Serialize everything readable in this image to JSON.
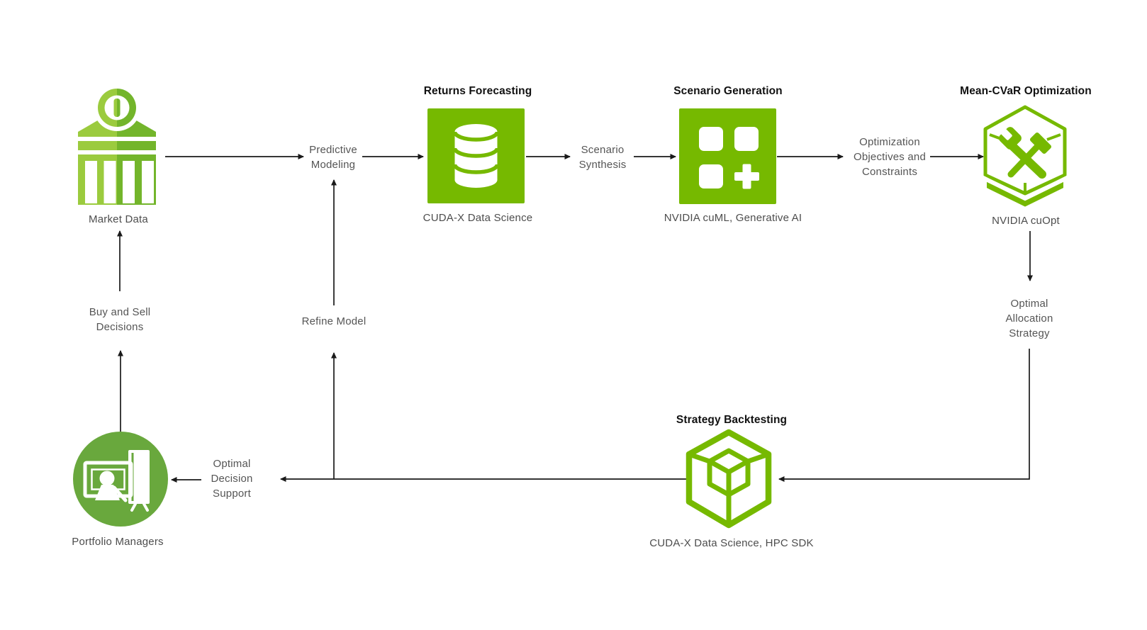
{
  "nodes": {
    "market_data": {
      "label": "Market Data"
    },
    "returns_forecasting": {
      "title": "Returns Forecasting",
      "sublabel": "CUDA-X Data Science"
    },
    "scenario_generation": {
      "title": "Scenario Generation",
      "sublabel": "NVIDIA cuML, Generative AI"
    },
    "mean_cvar_optimization": {
      "title": "Mean-CVaR Optimization",
      "sublabel": "NVIDIA cuOpt"
    },
    "strategy_backtesting": {
      "title": "Strategy Backtesting",
      "sublabel": "CUDA-X Data Science, HPC SDK"
    },
    "portfolio_managers": {
      "label": "Portfolio Managers"
    }
  },
  "edge_labels": {
    "predictive_modeling": {
      "lines": [
        "Predictive",
        "Modeling"
      ]
    },
    "scenario_synthesis": {
      "lines": [
        "Scenario",
        "Synthesis"
      ]
    },
    "optimization_objectives": {
      "lines": [
        "Optimization",
        "Objectives and",
        "Constraints"
      ]
    },
    "optimal_allocation": {
      "lines": [
        "Optimal",
        "Allocation",
        "Strategy"
      ]
    },
    "buy_sell_decisions": {
      "lines": [
        "Buy and Sell",
        "Decisions"
      ]
    },
    "refine_model": {
      "lines": [
        "Refine Model"
      ]
    },
    "optimal_decision_support": {
      "lines": [
        "Optimal",
        "Decision",
        "Support"
      ]
    }
  },
  "icons": {
    "market_data": "bank-building-icon",
    "returns_forecasting": "database-icon",
    "scenario_generation": "grid-plus-icon",
    "mean_cvar_optimization": "hexagon-tools-icon",
    "strategy_backtesting": "cube-wireframe-icon",
    "portfolio_managers": "presenter-icon"
  },
  "colors": {
    "nvidia_green": "#76B900",
    "bank_light_green": "#9BCB3E",
    "bank_dark_green": "#73B52B",
    "portfolio_circle_green": "#69A83D",
    "arrow_black": "#1A1A1A",
    "title_text": "#111111",
    "label_text": "#4D4D4D",
    "background": "#FFFFFF"
  }
}
